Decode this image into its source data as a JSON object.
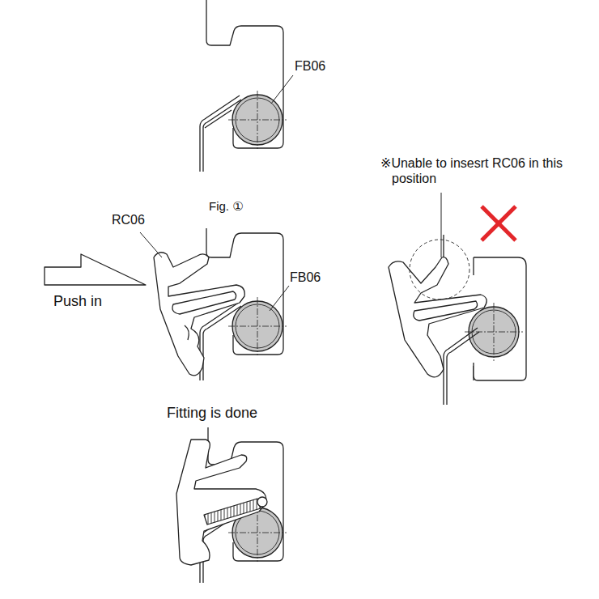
{
  "diagram": {
    "labels": [
      "FB06",
      "Fig. ①",
      "RC06",
      "※Unable to insesrt RC06 in this position",
      "FB06",
      "Push in",
      "Fitting is done"
    ]
  }
}
